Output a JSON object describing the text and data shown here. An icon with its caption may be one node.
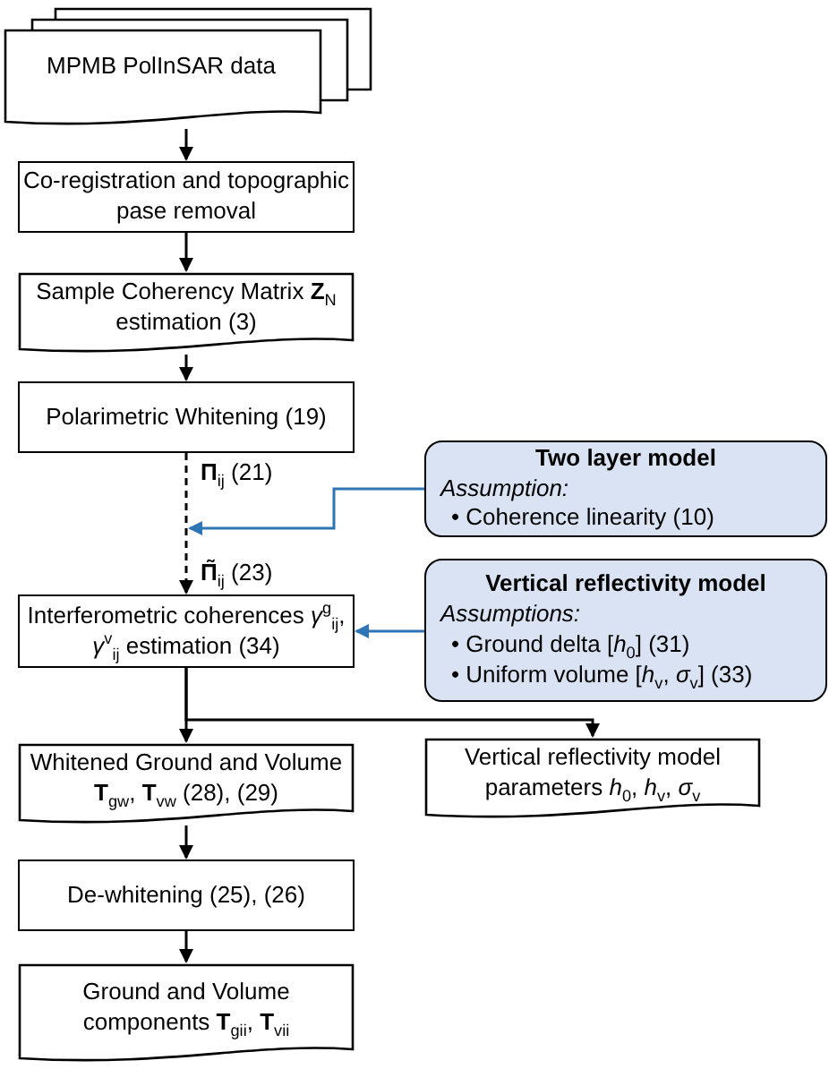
{
  "diagram": {
    "nodes": [
      {
        "text": [
          "MPMB PolInSAR data"
        ]
      },
      {
        "text": [
          "Co-registration and topographic pase removal"
        ]
      },
      {
        "text": [
          "Sample Coherency Matrix **Z**$_{N}$ estimation (3)"
        ]
      },
      {
        "text": [
          "Polarimetric Whitening (19)"
        ]
      },
      {
        "text": [
          "Two layer model",
          "Assumption:",
          "• Coherence linearity (10)"
        ]
      },
      {
        "text": [
          "Interferometric coherences *γ*$^{g}$$_{ij}$, *γ*$^{v}$$_{ij}$ estimation (34)"
        ]
      },
      {
        "text": [
          "Vertical reflectivity model",
          "Assumptions:",
          "• Ground delta [*h*$_{0}$] (31)",
          "• Uniform volume [*h*$_{v}$, *σ*$_{v}$] (33)"
        ]
      },
      {
        "text": [
          "Whitened Ground and Volume **T**$_{gw}$, **T**$_{vw}$ (28), (29)"
        ]
      },
      {
        "text": [
          "Vertical reflectivity model parameters *h*$_{0}$, *h*$_{v}$, *σ*$_{v}$"
        ]
      },
      {
        "text": [
          "De-whitening (25), (26)"
        ]
      },
      {
        "text": [
          "Ground and Volume components **T**$_{gii}$, **T**$_{vii}$"
        ]
      }
    ],
    "edges": [
      {
        "from": 0,
        "to": 1,
        "arrow": "to"
      },
      {
        "from": 1,
        "to": 2,
        "arrow": "to"
      },
      {
        "from": 2,
        "to": 3,
        "arrow": "to"
      },
      {
        "from": 3,
        "to": 5,
        "arrow": "to",
        "style": "dashed",
        "label": "**Π**$_{ij}$ (21)"
      },
      {
        "from": 4,
        "to": null,
        "arrow": "to",
        "color": "#2e75b6"
      },
      {
        "from": 6,
        "to": 5,
        "arrow": "to",
        "color": "#2e75b6"
      },
      {
        "from": 5,
        "to": 7,
        "arrow": "to"
      },
      {
        "from": 5,
        "to": 8,
        "arrow": "to"
      },
      {
        "from": 7,
        "to": 9,
        "arrow": "to"
      },
      {
        "from": 9,
        "to": 10,
        "arrow": "to"
      }
    ],
    "labels": [
      "**Π̃**$_{ij}$ (23)"
    ]
  }
}
